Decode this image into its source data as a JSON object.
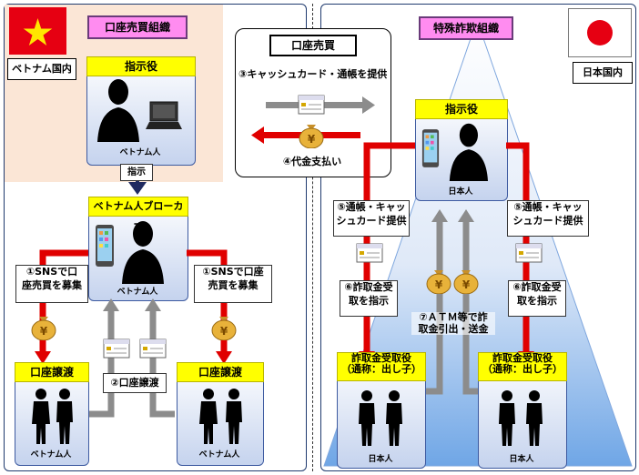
{
  "left": {
    "country": "ベトナム国内",
    "org_title": "口座売買組織",
    "commander": {
      "title": "指示役",
      "caption": "ベトナム人"
    },
    "instruct_label": "指示",
    "broker": {
      "title": "ベトナム人ブローカー",
      "caption": "ベトナム人"
    },
    "recruit_left": [
      "①SNSで口",
      "座売買を募集"
    ],
    "recruit_right": [
      "①SNSで口座",
      "売買を募集"
    ],
    "transfer_label": "②口座譲渡",
    "sellers": [
      {
        "title": "口座譲渡",
        "caption": "ベトナム人"
      },
      {
        "title": "口座譲渡",
        "caption": "ベトナム人"
      }
    ]
  },
  "center": {
    "title": "口座売買",
    "provide": "③キャッシュカード・通帳を提供",
    "payment": "④代金支払い"
  },
  "right": {
    "country": "日本国内",
    "org_title": "特殊詐欺組織",
    "commander": {
      "title": "指示役",
      "caption": "日本人"
    },
    "provide_left": [
      "⑤通帳・キャッ",
      "シュカード提供"
    ],
    "provide_right": [
      "⑤通帳・キャッ",
      "シュカード提供"
    ],
    "instruct_left": [
      "⑥詐取金受",
      "取を指示"
    ],
    "instruct_right": [
      "⑥詐取金受",
      "取を指示"
    ],
    "withdraw": [
      "⑦ＡＴＭ等で詐",
      "取金引出・送金"
    ],
    "receivers": [
      {
        "title": [
          "詐取金受取役",
          "（通称：出し子）"
        ],
        "caption": "日本人"
      },
      {
        "title": [
          "詐取金受取役",
          "（通称：出し子）"
        ],
        "caption": "日本人"
      }
    ]
  },
  "colors": {
    "red_arrow": "#e00000",
    "grey_arrow": "#8c8c8c",
    "yellow": "#ffff00",
    "pink": "#ff8cf0",
    "peach": "#fbe6d6",
    "panel_blue": "#c5d3ee",
    "navy": "#1f3a6e",
    "gold": "#e8b23a"
  },
  "icons": [
    "vietnam-flag-icon",
    "japan-flag-icon",
    "person-silhouette-icon",
    "laptop-icon",
    "smartphone-icon",
    "bankbook-card-icon",
    "money-bag-icon"
  ]
}
